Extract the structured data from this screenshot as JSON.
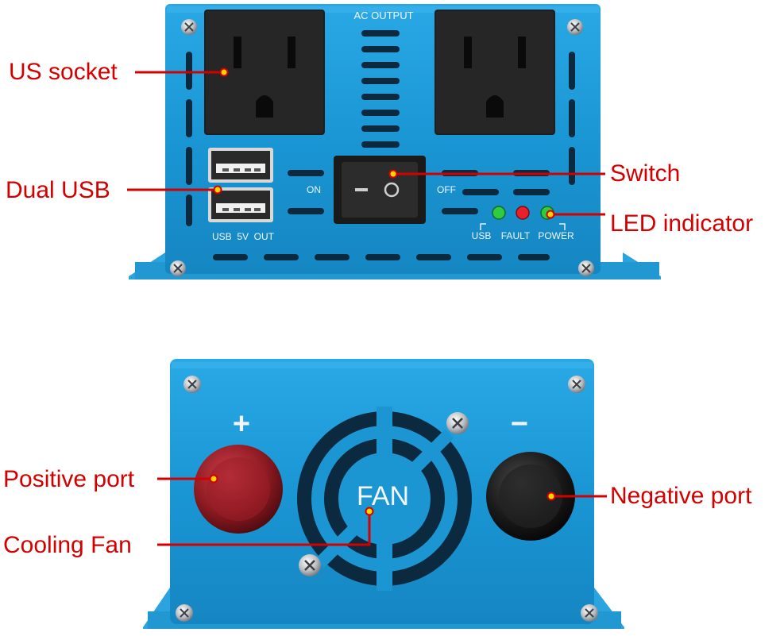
{
  "front_panel": {
    "ac_output_label": "AC OUTPUT",
    "on_label": "ON",
    "off_label": "OFF",
    "usb_label": "USB  5V  OUT",
    "led_labels": [
      "USB",
      "FAULT",
      "POWER"
    ]
  },
  "rear_panel": {
    "plus_symbol": "+",
    "minus_symbol": "−",
    "fan_label": "FAN"
  },
  "callouts": {
    "us_socket": "US socket",
    "dual_usb": "Dual USB",
    "switch": "Switch",
    "led_indicator": "LED indicator",
    "positive_port": "Positive port",
    "negative_port": "Negative port",
    "cooling_fan": "Cooling Fan"
  },
  "colors": {
    "panel_blue": "#1c9ad6",
    "callout_red": "#d40000",
    "led_green": "#2ecc40",
    "led_red": "#e8202a"
  }
}
